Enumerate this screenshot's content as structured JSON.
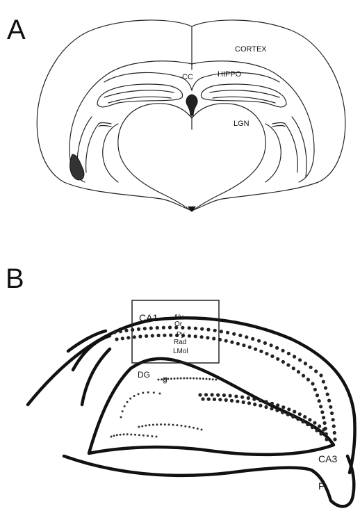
{
  "panel_a": {
    "letter": "A",
    "labels": {
      "cortex": "CORTEX",
      "cc": "CC",
      "hippo": "HIPPO",
      "lgn": "LGN"
    }
  },
  "panel_b": {
    "letter": "B",
    "labels": {
      "ca1": "CA1",
      "alv": "Alv",
      "or": "Or",
      "py": "Py",
      "rad": "Rad",
      "lmol": "LMol",
      "dg": "DG",
      "g": "g",
      "ca3": "CA3",
      "f": "F"
    }
  }
}
